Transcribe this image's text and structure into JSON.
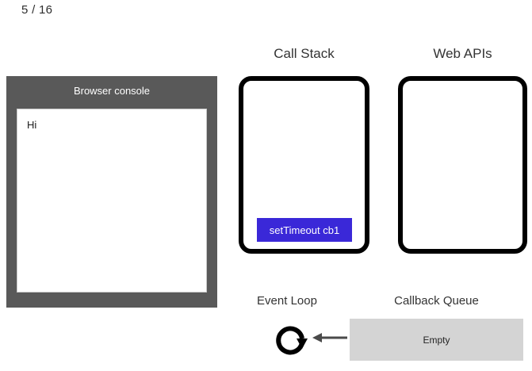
{
  "slide": {
    "counter": "5 / 16"
  },
  "console": {
    "title": "Browser console",
    "lines": [
      "Hi"
    ]
  },
  "call_stack": {
    "heading": "Call Stack",
    "frames": [
      {
        "label": "setTimeout cb1",
        "color": "#3a28d8"
      }
    ]
  },
  "web_apis": {
    "heading": "Web APIs",
    "items": []
  },
  "event_loop": {
    "heading": "Event Loop",
    "icon": "circular-arrow-icon",
    "arrow": "arrow-left-icon"
  },
  "callback_queue": {
    "heading": "Callback Queue",
    "status": "Empty"
  },
  "colors": {
    "console_frame": "#595959",
    "stack_frame_blue": "#3a28d8",
    "queue_bg": "#d4d4d4",
    "box_border": "#000000",
    "arrow": "#4a4a4a"
  }
}
